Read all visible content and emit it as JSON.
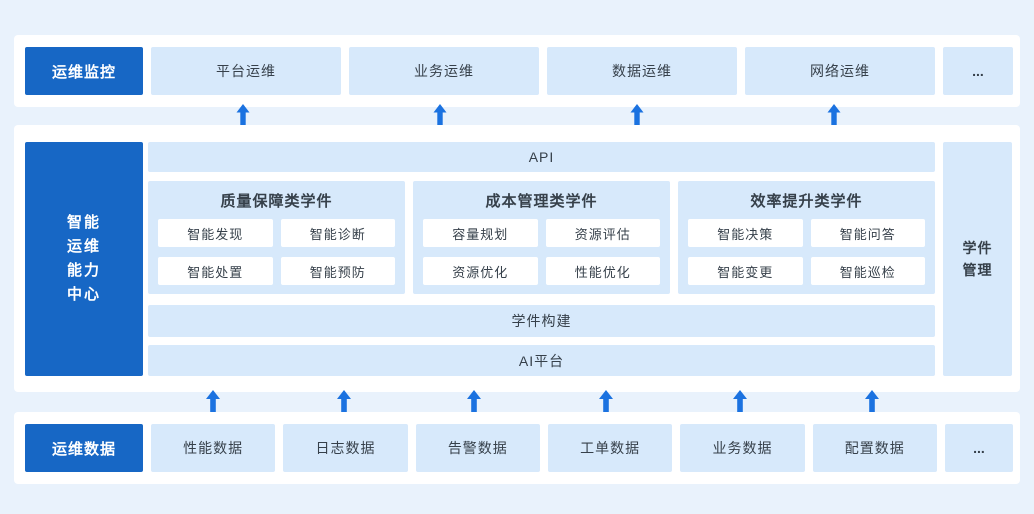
{
  "colors": {
    "page_bg": "#E9F2FC",
    "panel_bg": "#FFFFFF",
    "primary_blue": "#1767C5",
    "light_blue": "#D7E9FB",
    "arrow_blue": "#1B72E0",
    "text_dark": "#36404A"
  },
  "top_row": {
    "label": "运维监控",
    "items": [
      "平台运维",
      "业务运维",
      "数据运维",
      "网络运维"
    ],
    "more": "..."
  },
  "middle": {
    "left_label_lines": [
      "智能",
      "运维",
      "能力",
      "中心"
    ],
    "api_bar": "API",
    "groups": [
      {
        "title": "质量保障类学件",
        "items": [
          "智能发现",
          "智能诊断",
          "智能处置",
          "智能预防"
        ]
      },
      {
        "title": "成本管理类学件",
        "items": [
          "容量规划",
          "资源评估",
          "资源优化",
          "性能优化"
        ]
      },
      {
        "title": "效率提升类学件",
        "items": [
          "智能决策",
          "智能问答",
          "智能变更",
          "智能巡检"
        ]
      }
    ],
    "build_bar": "学件构建",
    "ai_bar": "AI平台",
    "right_label_lines": [
      "学件",
      "管理"
    ]
  },
  "bottom_row": {
    "label": "运维数据",
    "items": [
      "性能数据",
      "日志数据",
      "告警数据",
      "工单数据",
      "业务数据",
      "配置数据"
    ],
    "more": "..."
  }
}
